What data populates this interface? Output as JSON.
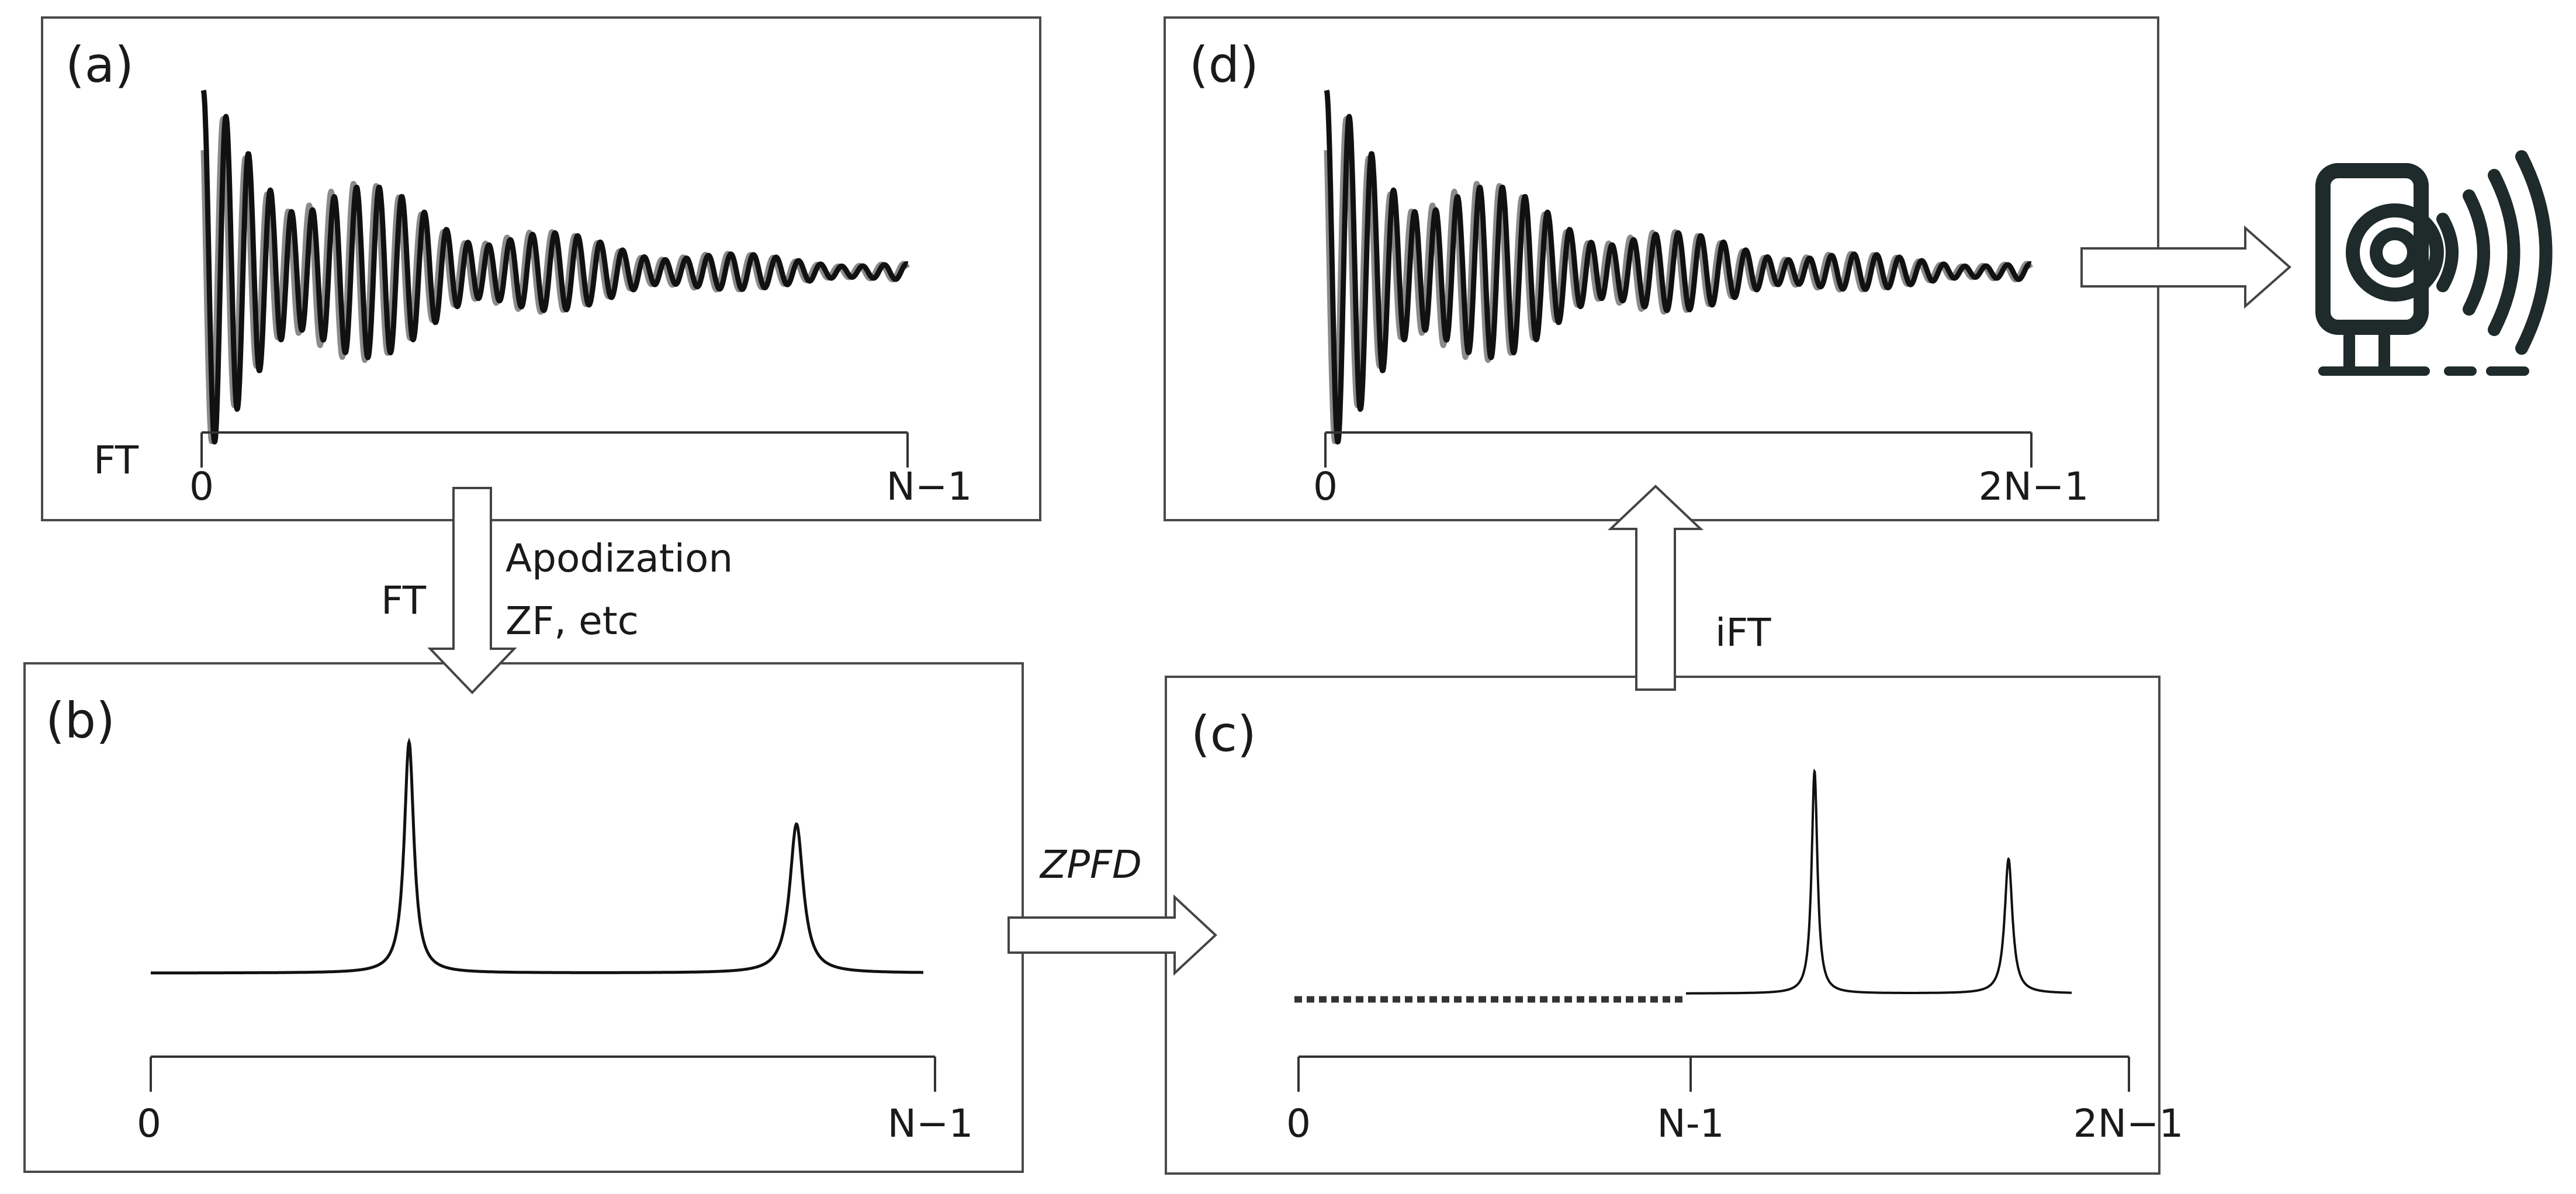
{
  "panels": {
    "a": {
      "label": "(a)",
      "axis_start": "0",
      "axis_end": "N−1",
      "side_label": "FT"
    },
    "b": {
      "label": "(b)",
      "axis_start": "0",
      "axis_end": "N−1"
    },
    "c": {
      "label": "(c)",
      "axis_start": "0",
      "axis_mid": "N-1",
      "axis_end": "2N−1"
    },
    "d": {
      "label": "(d)",
      "axis_start": "0",
      "axis_end": "2N−1"
    }
  },
  "arrows": {
    "a_to_b": {
      "left_label": "FT",
      "right_line1": "Apodization",
      "right_line2": "ZF, etc"
    },
    "b_to_c": {
      "label": "ZPFD"
    },
    "c_to_d": {
      "label": "iFT"
    },
    "d_to_speaker": {
      "target": "speaker-icon"
    }
  },
  "colors": {
    "dark_trace": "#111111",
    "light_trace": "#8a8a8a",
    "frame": "#4a4a4a",
    "speaker": "#1f2a2a"
  }
}
